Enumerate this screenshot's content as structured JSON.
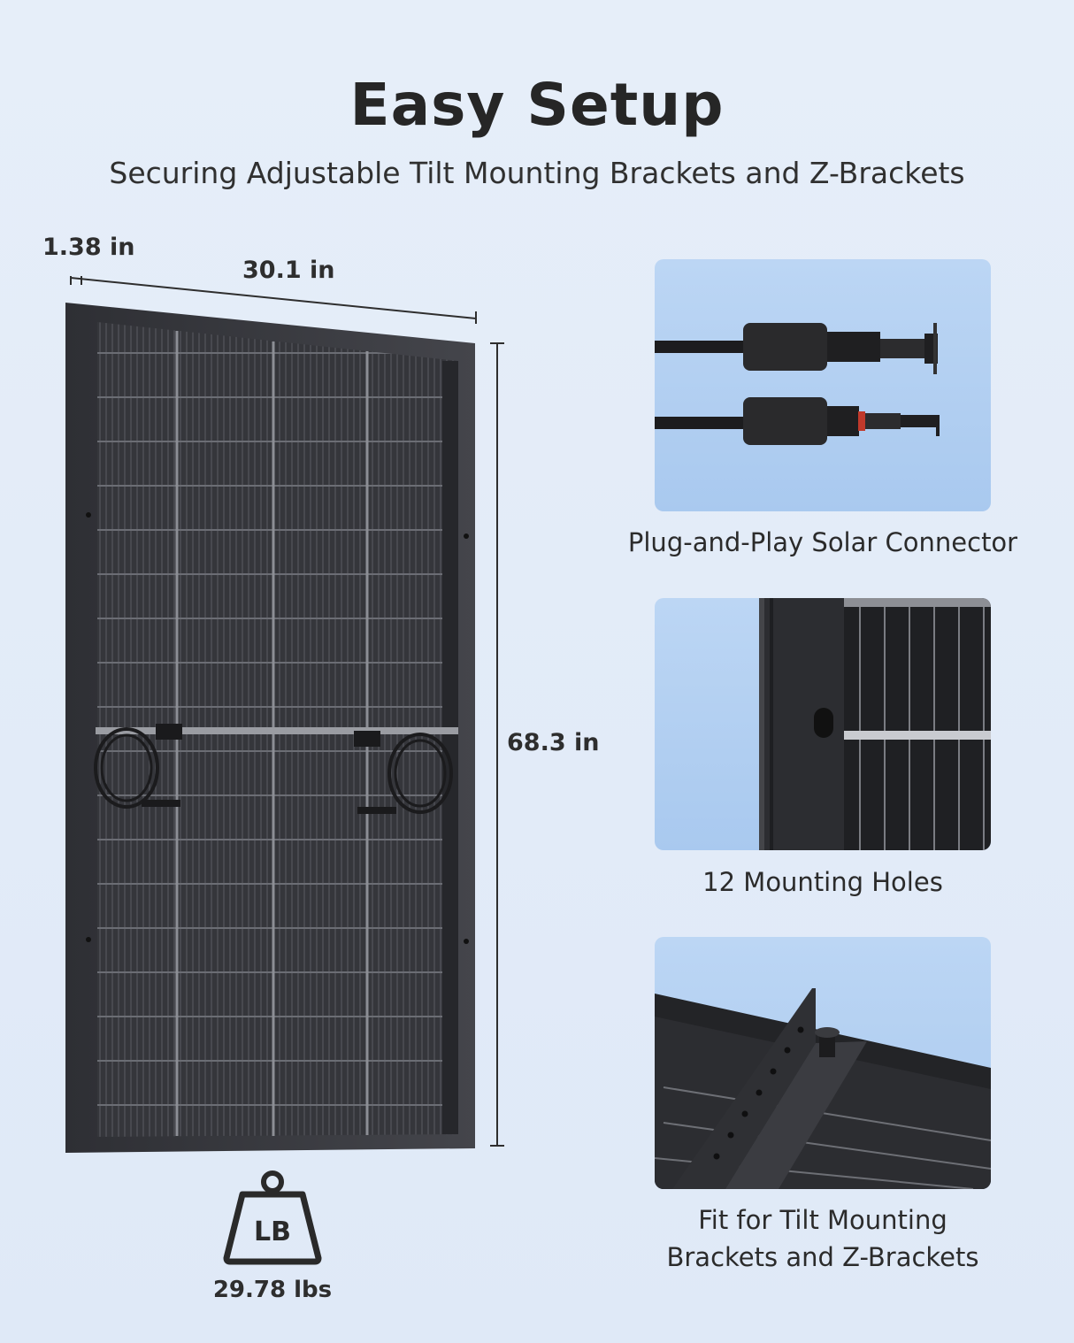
{
  "header": {
    "title": "Easy Setup",
    "subtitle": "Securing Adjustable Tilt Mounting Brackets and Z-Brackets"
  },
  "dimensions": {
    "thickness": "1.38 in",
    "width": "30.1 in",
    "height": "68.3 in"
  },
  "weight": {
    "icon_text": "LB",
    "value": "29.78 lbs"
  },
  "features": [
    {
      "caption": "Plug-and-Play Solar Connector",
      "icon": "connector-photo"
    },
    {
      "caption": "12 Mounting Holes",
      "icon": "mounting-hole-photo"
    },
    {
      "caption_line1": "Fit for Tilt Mounting",
      "caption_line2": "Brackets and Z-Brackets",
      "icon": "bracket-photo"
    }
  ],
  "colors": {
    "background": "#e3ecf8",
    "panel": "#2e2f33",
    "frame": "#3a3b40",
    "card_sky": "#b3cff2"
  }
}
